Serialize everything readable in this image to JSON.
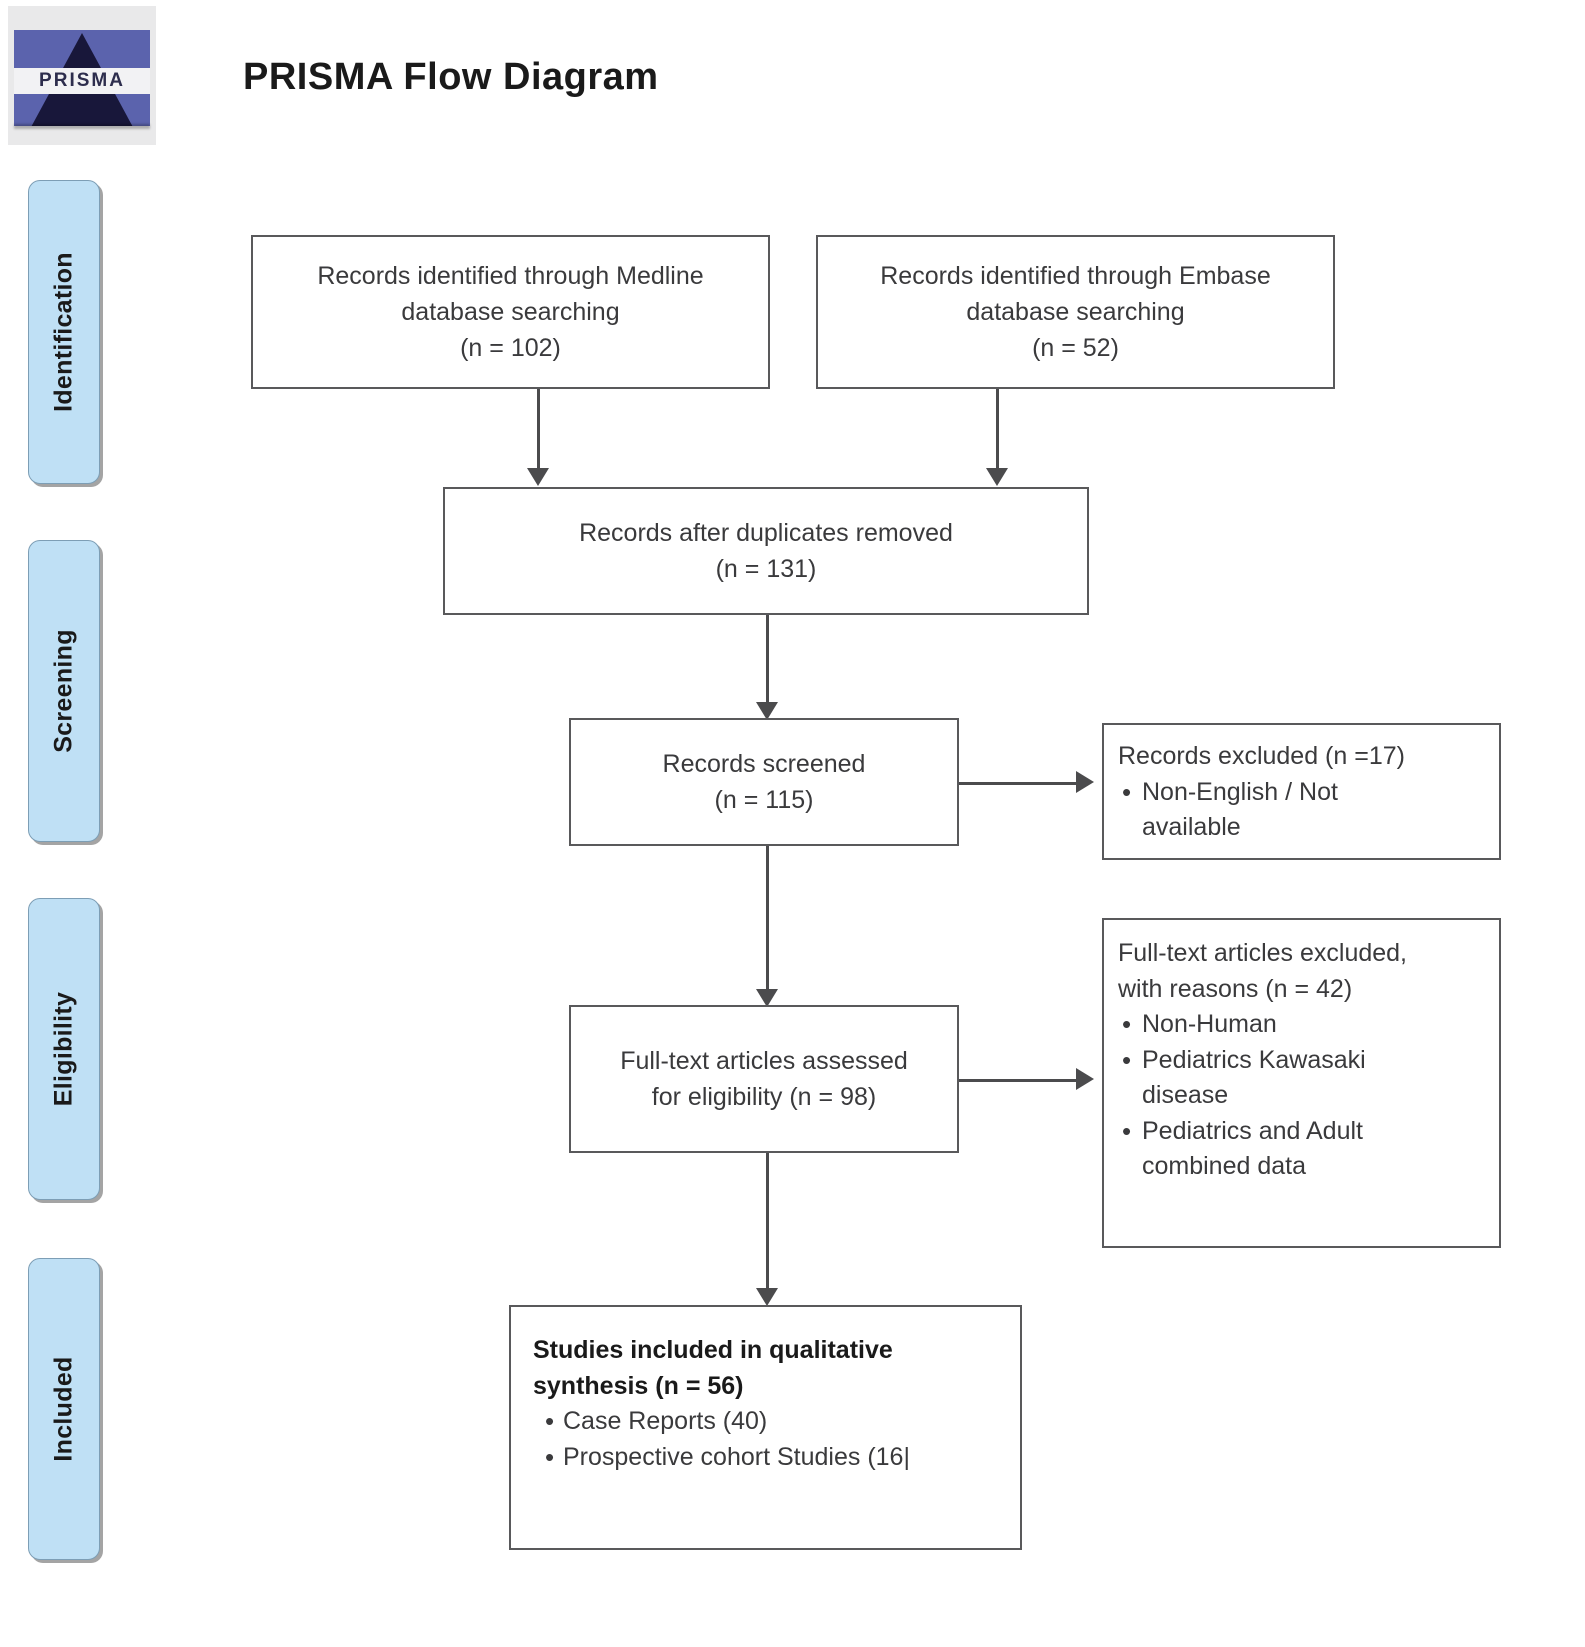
{
  "page": {
    "title": "PRISMA Flow Diagram",
    "logo_text": "PRISMA"
  },
  "stages": [
    {
      "label": "Identification"
    },
    {
      "label": "Screening"
    },
    {
      "label": "Eligibility"
    },
    {
      "label": "Included"
    }
  ],
  "boxes": {
    "medline": {
      "line1": "Records identified through Medline",
      "line2": "database searching",
      "line3": "(n = 102)"
    },
    "embase": {
      "line1": "Records identified through Embase",
      "line2": "database searching",
      "line3": "(n = 52)"
    },
    "duplicates": {
      "line1": "Records after duplicates removed",
      "line2": "(n = 131)"
    },
    "screened": {
      "line1": "Records screened",
      "line2": "(n = 115)"
    },
    "records_excluded": {
      "heading": "Records excluded (n =17)",
      "bullets": [
        {
          "text": "Non-English / Not",
          "cont": "available"
        }
      ]
    },
    "fulltext_assessed": {
      "line1": "Full-text articles assessed",
      "line2": "for eligibility (n = 98)"
    },
    "fulltext_excluded": {
      "heading1": "Full-text articles excluded,",
      "heading2": "with reasons (n = 42)",
      "bullets": [
        {
          "text": "Non-Human",
          "cont": ""
        },
        {
          "text": "Pediatrics Kawasaki",
          "cont": "disease"
        },
        {
          "text": "Pediatrics and Adult",
          "cont": "combined data"
        }
      ]
    },
    "included": {
      "line1": "Studies included in qualitative",
      "line2": "synthesis (n = 56)",
      "bullets": [
        {
          "text": "Case Reports (40)"
        },
        {
          "text": "Prospective cohort Studies (16|"
        }
      ]
    }
  },
  "colors": {
    "stage_fill": "#bfe0f5",
    "stage_border": "#7d9eb5",
    "box_border": "#59595b",
    "connector": "#4b4b4d",
    "logo_blue": "#5b63ad",
    "logo_dark": "#18173a"
  }
}
